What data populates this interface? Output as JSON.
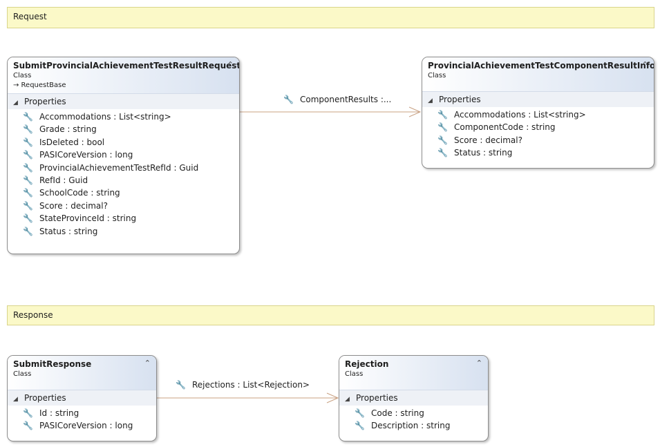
{
  "notes": {
    "request": "Request",
    "response": "Response"
  },
  "classes": {
    "req": {
      "name": "SubmitProvincialAchievementTestResultRequest",
      "stereotype": "Class",
      "base": "→ RequestBase",
      "section": "Properties",
      "props": [
        "Accommodations : List<string>",
        "Grade : string",
        "IsDeleted : bool",
        "PASICoreVersion : long",
        "ProvincialAchievementTestRefId : Guid",
        "RefId : Guid",
        "SchoolCode : string",
        "Score : decimal?",
        "StateProvinceId : string",
        "Status : string"
      ]
    },
    "comp": {
      "name": "ProvincialAchievementTestComponentResultInfo",
      "stereotype": "Class",
      "section": "Properties",
      "props": [
        "Accommodations : List<string>",
        "ComponentCode : string",
        "Score : decimal?",
        "Status : string"
      ]
    },
    "resp": {
      "name": "SubmitResponse",
      "stereotype": "Class",
      "section": "Properties",
      "props": [
        "Id : string",
        "PASICoreVersion : long"
      ]
    },
    "rej": {
      "name": "Rejection",
      "stereotype": "Class",
      "section": "Properties",
      "props": [
        "Code : string",
        "Description : string"
      ]
    }
  },
  "associations": {
    "component_results": "ComponentResults  :...",
    "rejections": "Rejections : List<Rejection>"
  },
  "icons": {
    "property": "wrench-icon",
    "collapse": "double-chevron-up-icon",
    "section_toggle": "triangle-down-icon"
  },
  "colors": {
    "note_fill": "#fbf9c8",
    "header_gradient_end": "#d7e1f0",
    "connector": "#c8a082"
  }
}
